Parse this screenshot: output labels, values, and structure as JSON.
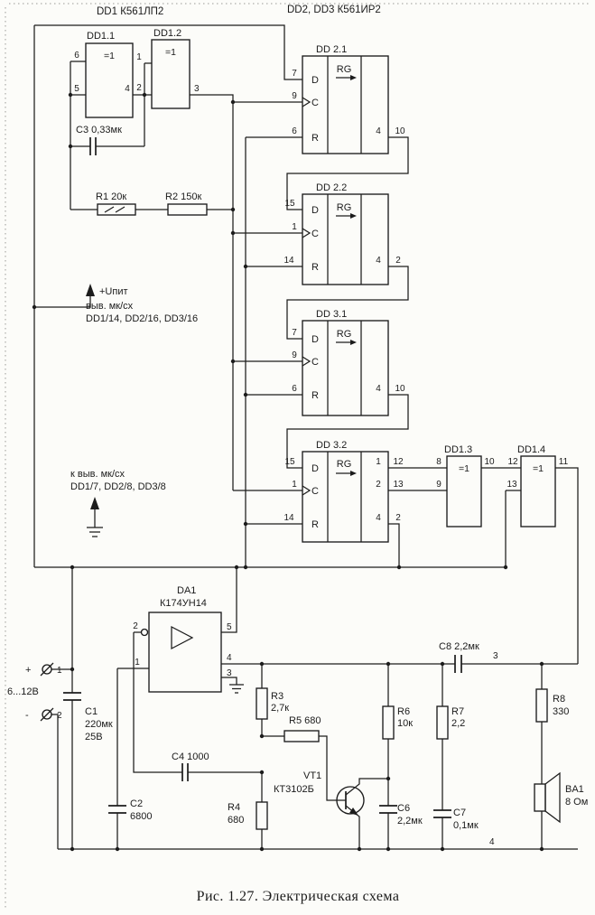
{
  "caption": "Рис. 1.27. Электрическая схема",
  "headers": {
    "dd1": "DD1 К561ЛП2",
    "dd23": "DD2, DD3 К561ИР2"
  },
  "xor": {
    "func": "=1",
    "dd11": {
      "name": "DD1.1",
      "p_in1": "6",
      "p_in2": "5",
      "p_out": "4"
    },
    "dd12": {
      "name": "DD1.2",
      "p_in1": "1",
      "p_in2": "2",
      "p_out": "3"
    },
    "dd13": {
      "name": "DD1.3",
      "p_in1": "8",
      "p_in2": "9",
      "p_out": "10"
    },
    "dd14": {
      "name": "DD1.4",
      "p_in1": "12",
      "p_in2": "13",
      "p_out": "11"
    }
  },
  "reg": {
    "func": "RG",
    "lbl_d": "D",
    "lbl_c": "C",
    "lbl_r": "R",
    "dd21": {
      "name": "DD 2.1",
      "p_d": "7",
      "p_c": "9",
      "p_r": "6",
      "q": "4",
      "p_q": "10"
    },
    "dd22": {
      "name": "DD 2.2",
      "p_d": "15",
      "p_c": "1",
      "p_r": "14",
      "q": "4",
      "p_q": "2"
    },
    "dd31": {
      "name": "DD 3.1",
      "p_d": "7",
      "p_c": "9",
      "p_r": "6",
      "q": "4",
      "p_q": "10"
    },
    "dd32": {
      "name": "DD 3.2",
      "p_d": "15",
      "p_c": "1",
      "p_r": "14",
      "q1": "1",
      "p_q1": "12",
      "q2": "2",
      "p_q2": "13",
      "q3": "4",
      "p_q3": "2"
    }
  },
  "notes": {
    "vcc1": "+Uпит",
    "vcc2": "выв. мк/сх",
    "vcc3": "DD1/14, DD2/16, DD3/16",
    "gnd1": "к выв. мк/сх",
    "gnd2": "DD1/7, DD2/8, DD3/8"
  },
  "amp": {
    "name": "DA1",
    "part": "К174УН14",
    "p2": "2",
    "p1": "1",
    "p5": "5",
    "p4": "4",
    "p3": "3"
  },
  "power": {
    "plus": "+",
    "minus": "-",
    "t1": "1",
    "t2": "2",
    "range": "6...12В"
  },
  "parts": {
    "c1a": "C1",
    "c1b": "220мк",
    "c1c": "25В",
    "c2a": "C2",
    "c2b": "6800",
    "c3": "C3 0,33мк",
    "c4": "C4 1000",
    "c6a": "C6",
    "c6b": "2,2мк",
    "c7a": "C7",
    "c7b": "0,1мк",
    "c8": "C8 2,2мк",
    "r1": "R1 20к",
    "r2": "R2 150к",
    "r3a": "R3",
    "r3b": "2,7к",
    "r4a": "R4",
    "r4b": "680",
    "r5": "R5 680",
    "r6a": "R6",
    "r6b": "10к",
    "r7a": "R7",
    "r7b": "2,2",
    "r8a": "R8",
    "r8b": "330",
    "vt1a": "VT1",
    "vt1b": "КТ3102Б",
    "ba1a": "BA1",
    "ba1b": "8 Ом"
  },
  "pads": {
    "n3": "3",
    "n4": "4"
  }
}
